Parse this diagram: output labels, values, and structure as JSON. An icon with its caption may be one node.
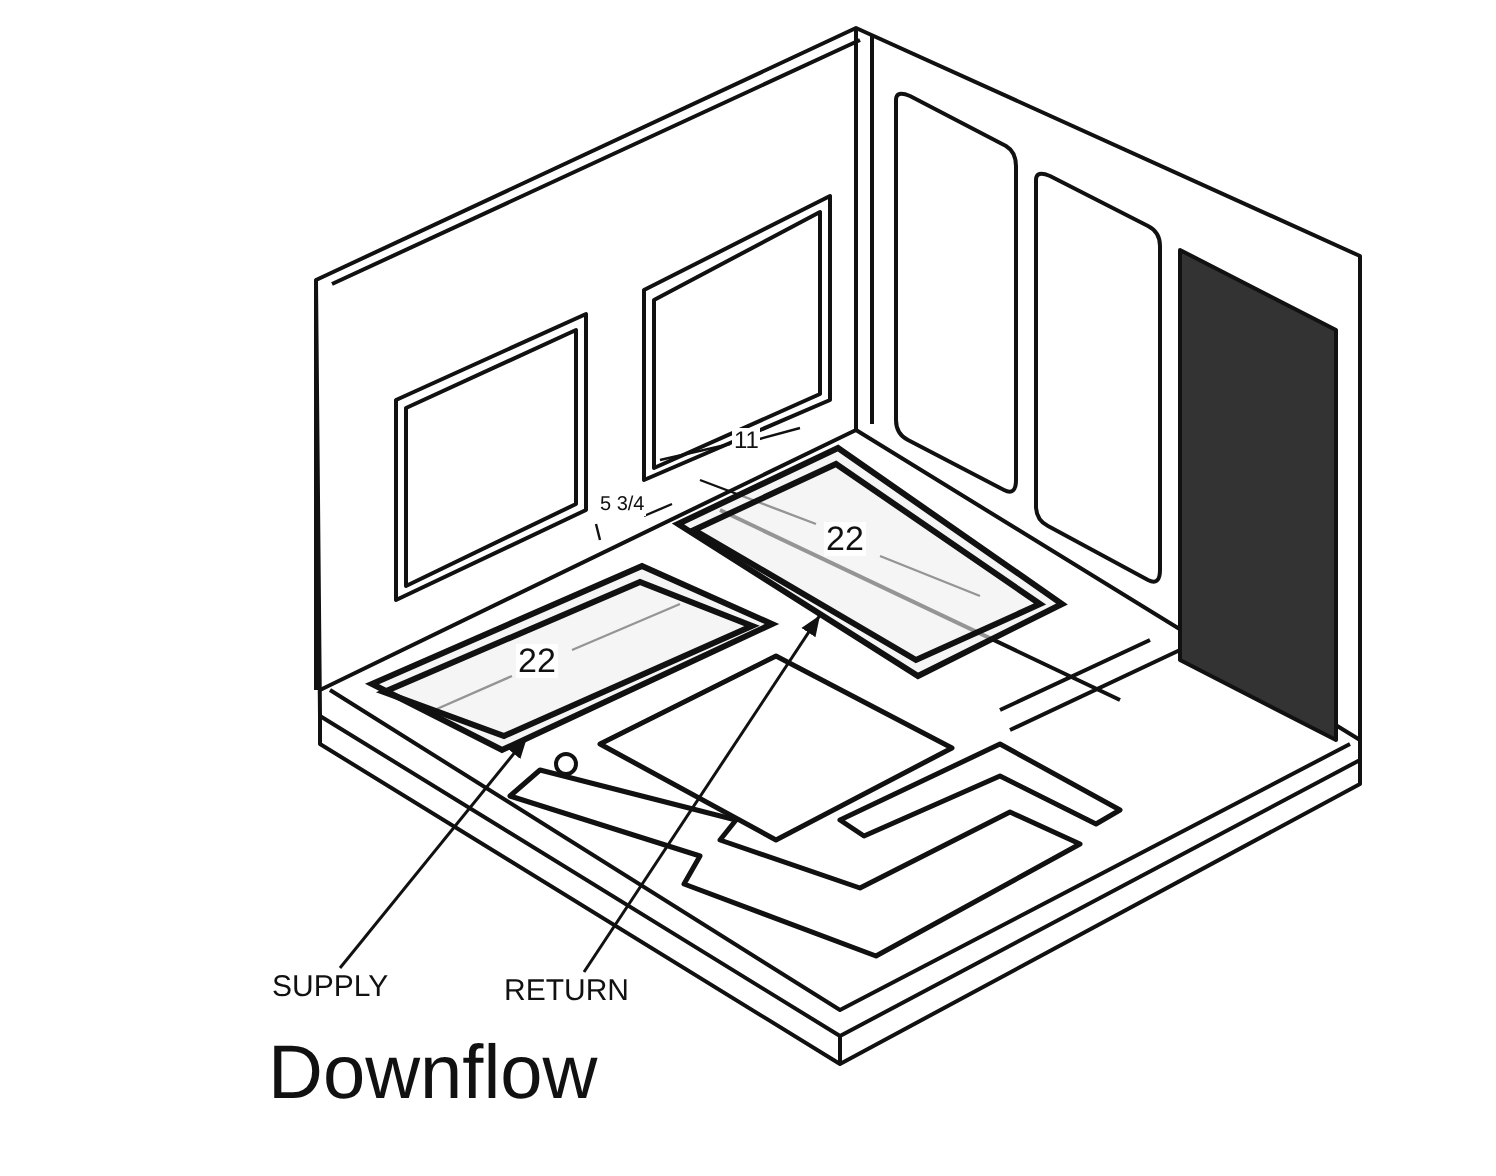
{
  "diagram": {
    "caption": "Downflow",
    "nodes": [
      {
        "text": [
          "SUPPLY"
        ]
      },
      {
        "text": [],
        "shape": "box"
      },
      {
        "text": [
          "RETURN"
        ]
      },
      {
        "text": [],
        "shape": "box"
      }
    ],
    "edges": [
      {
        "from": 0,
        "to": 1,
        "arrow": "to"
      },
      {
        "from": 2,
        "to": 3,
        "arrow": "to"
      }
    ],
    "labels": [
      "5 3/4",
      "11",
      "22",
      "22"
    ]
  }
}
